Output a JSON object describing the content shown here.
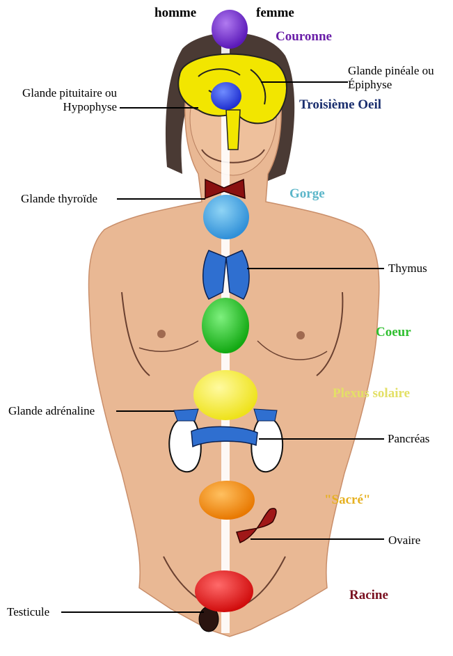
{
  "header": {
    "left": "homme",
    "right": "femme"
  },
  "chakras": [
    {
      "id": "crown",
      "label": "Couronne",
      "color": "#6a1fa8"
    },
    {
      "id": "third",
      "label": "Troisième Oeil",
      "color": "#1a2e6e"
    },
    {
      "id": "throat",
      "label": "Gorge",
      "color": "#5bb6c9"
    },
    {
      "id": "heart",
      "label": "Coeur",
      "color": "#2fbf2f"
    },
    {
      "id": "solar",
      "label": "Plexus solaire",
      "color": "#e3e066"
    },
    {
      "id": "sacral",
      "label": "\"Sacré\"",
      "color": "#e6b020"
    },
    {
      "id": "root",
      "label": "Racine",
      "color": "#7a1020"
    }
  ],
  "glands": {
    "pineal_line1": "Glande pinéale ou",
    "pineal_line2": "Épiphyse",
    "pituitary_line1": "Glande pituitaire ou",
    "pituitary_line2": "Hypophyse",
    "thyroid": "Glande thyroïde",
    "thymus": "Thymus",
    "adrenal": "Glande adrénaline",
    "pancreas": "Pancréas",
    "ovary": "Ovaire",
    "testicle": "Testicule"
  },
  "colors": {
    "skin": "#e9b894",
    "skin_shadow": "#c98e6a",
    "hair": "#4a3a34",
    "brain": "#f2e600",
    "orb_crown": "#5a18b8",
    "orb_third": "#1f3fd8",
    "orb_throat": "#45a6e0",
    "orb_heart": "#1fc21f",
    "orb_solar": "#f3ee30",
    "orb_sacral": "#f08a10",
    "orb_root": "#e81818",
    "gland_blue": "#2f6fd0",
    "thyroid_red": "#8a1010"
  }
}
